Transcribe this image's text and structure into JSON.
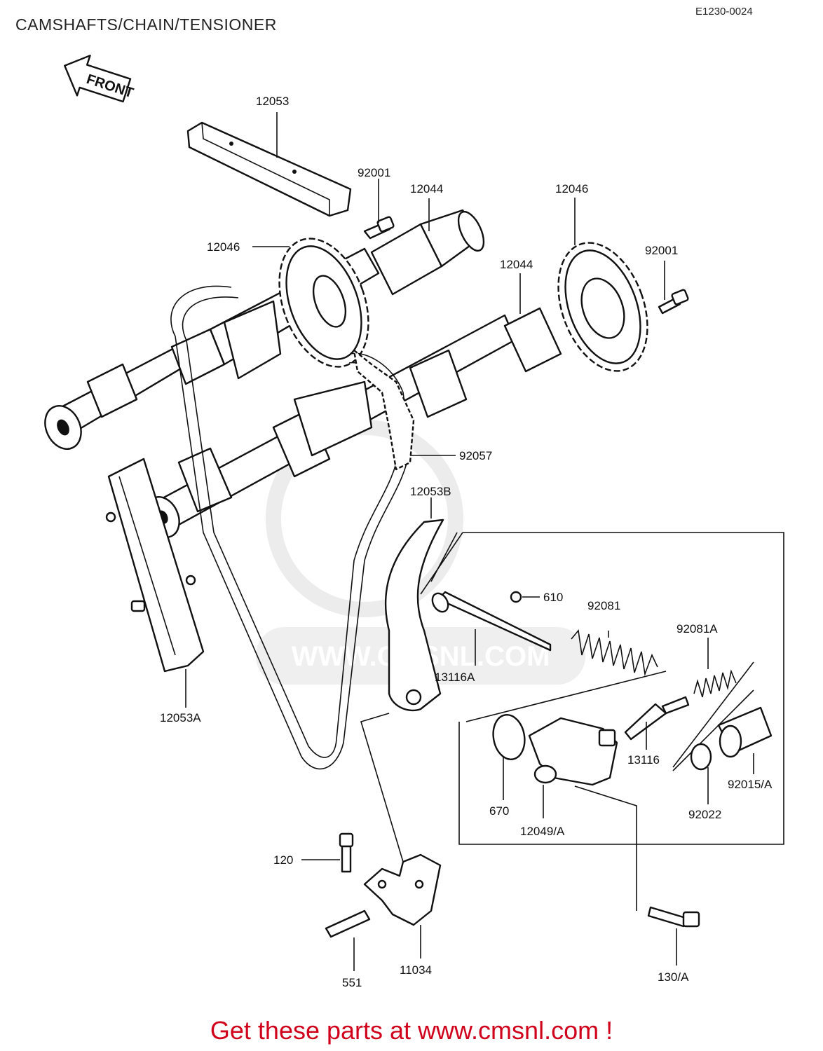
{
  "header": {
    "title": "CAMSHAFTS/CHAIN/TENSIONER",
    "code": "E1230-0024"
  },
  "front_arrow": {
    "label": "FRONT",
    "icon": "front-direction-arrow-icon"
  },
  "watermark": {
    "text": "WWW.CMSNL.COM"
  },
  "parts": [
    {
      "id": "p-12053",
      "number": "12053"
    },
    {
      "id": "p-92001a",
      "number": "92001"
    },
    {
      "id": "p-12044a",
      "number": "12044"
    },
    {
      "id": "p-12046a",
      "number": "12046"
    },
    {
      "id": "p-12046b",
      "number": "12046"
    },
    {
      "id": "p-12044b",
      "number": "12044"
    },
    {
      "id": "p-92001b",
      "number": "92001"
    },
    {
      "id": "p-92057",
      "number": "92057"
    },
    {
      "id": "p-12053b",
      "number": "12053B"
    },
    {
      "id": "p-610",
      "number": "610"
    },
    {
      "id": "p-92081",
      "number": "92081"
    },
    {
      "id": "p-92081a",
      "number": "92081A"
    },
    {
      "id": "p-13116a",
      "number": "13116A"
    },
    {
      "id": "p-12053a",
      "number": "12053A"
    },
    {
      "id": "p-13116",
      "number": "13116"
    },
    {
      "id": "p-670",
      "number": "670"
    },
    {
      "id": "p-12049a",
      "number": "12049/A"
    },
    {
      "id": "p-92022",
      "number": "92022"
    },
    {
      "id": "p-92015a",
      "number": "92015/A"
    },
    {
      "id": "p-120",
      "number": "120"
    },
    {
      "id": "p-551",
      "number": "551"
    },
    {
      "id": "p-11034",
      "number": "11034"
    },
    {
      "id": "p-130a",
      "number": "130/A"
    }
  ],
  "footer": {
    "text": "Get these parts at www.cmsnl.com !"
  },
  "colors": {
    "footer": "#d0021b",
    "lines": "#111111",
    "watermark": "#d9d9d9"
  }
}
